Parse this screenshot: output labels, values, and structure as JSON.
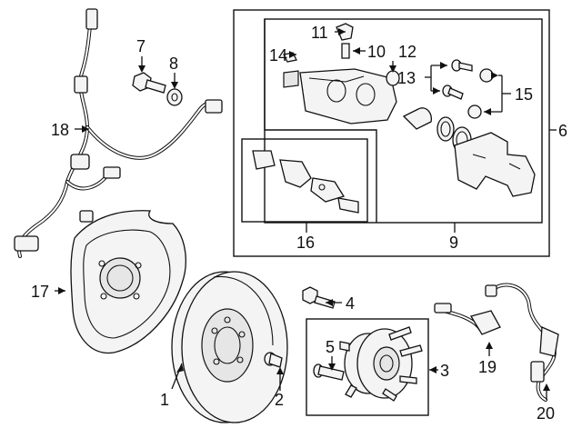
{
  "diagram": {
    "callouts": [
      "1",
      "2",
      "3",
      "4",
      "5",
      "6",
      "7",
      "8",
      "9",
      "10",
      "11",
      "12",
      "13",
      "14",
      "15",
      "16",
      "17",
      "18",
      "19",
      "20"
    ]
  }
}
